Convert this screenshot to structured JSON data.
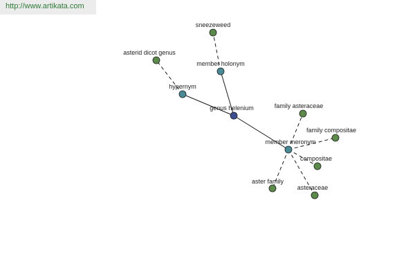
{
  "header": {
    "url": "http://www.artikata.com"
  },
  "graph": {
    "nodes": [
      {
        "id": "genus-helenium",
        "label": "genus helenium",
        "kind": "center"
      },
      {
        "id": "hypernym",
        "label": "hypernym",
        "kind": "relation"
      },
      {
        "id": "member-holonym",
        "label": "member holonym",
        "kind": "relation"
      },
      {
        "id": "member-meronym",
        "label": "member meronym",
        "kind": "relation"
      },
      {
        "id": "asterid-dicot-genus",
        "label": "asterid dicot genus",
        "kind": "term"
      },
      {
        "id": "sneezeweed",
        "label": "sneezeweed",
        "kind": "term"
      },
      {
        "id": "family-asteraceae",
        "label": "family asteraceae",
        "kind": "term"
      },
      {
        "id": "family-compositae",
        "label": "family compositae",
        "kind": "term"
      },
      {
        "id": "compositae",
        "label": "compositae",
        "kind": "term"
      },
      {
        "id": "aster-family",
        "label": "aster family",
        "kind": "term"
      },
      {
        "id": "asteraceae",
        "label": "asteraceae",
        "kind": "term"
      }
    ],
    "edges": [
      {
        "from": "genus-helenium",
        "to": "hypernym",
        "style": "solid"
      },
      {
        "from": "genus-helenium",
        "to": "member-holonym",
        "style": "solid"
      },
      {
        "from": "genus-helenium",
        "to": "member-meronym",
        "style": "solid"
      },
      {
        "from": "hypernym",
        "to": "asterid-dicot-genus",
        "style": "dashed"
      },
      {
        "from": "member-holonym",
        "to": "sneezeweed",
        "style": "dashed"
      },
      {
        "from": "member-meronym",
        "to": "family-asteraceae",
        "style": "dashed"
      },
      {
        "from": "member-meronym",
        "to": "family-compositae",
        "style": "dashed"
      },
      {
        "from": "member-meronym",
        "to": "compositae",
        "style": "dashed"
      },
      {
        "from": "member-meronym",
        "to": "aster-family",
        "style": "dashed"
      },
      {
        "from": "member-meronym",
        "to": "asteraceae",
        "style": "dashed"
      }
    ],
    "colors": {
      "center": "#3d4f8f",
      "relation": "#4a8a97",
      "term": "#5b8a4a"
    }
  }
}
